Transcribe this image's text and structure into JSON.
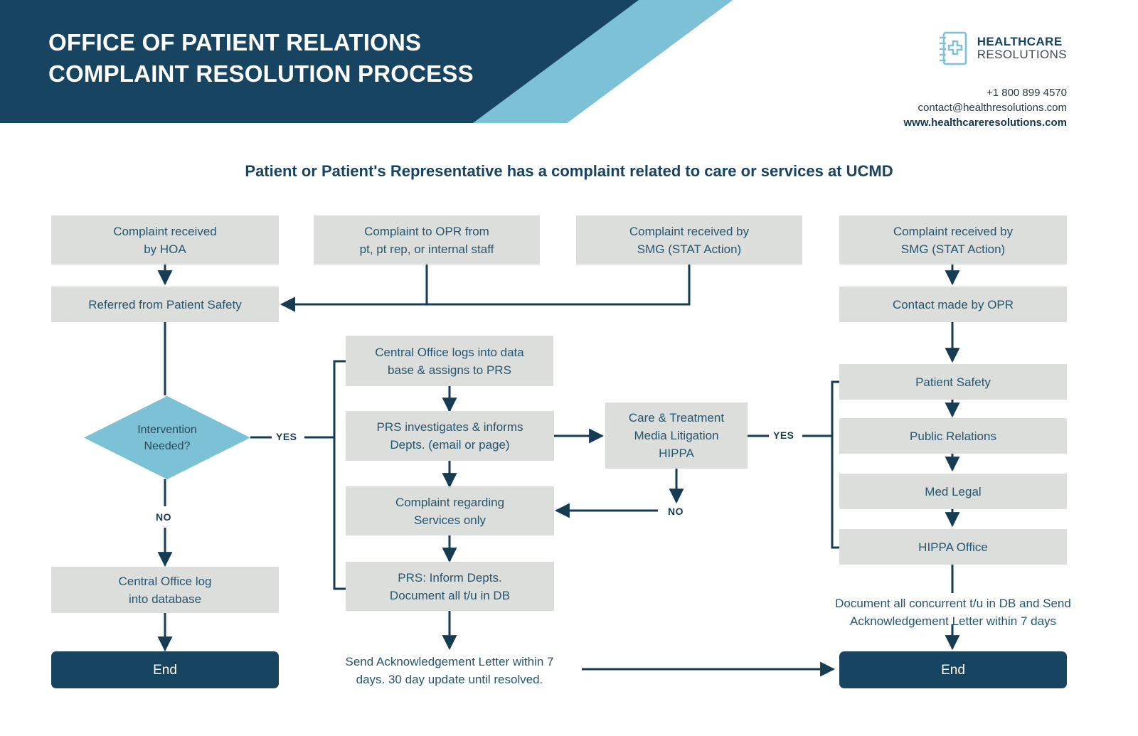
{
  "header": {
    "title_line1": "OFFICE OF PATIENT RELATIONS",
    "title_line2": "COMPLAINT RESOLUTION PROCESS",
    "logo": {
      "name_line1": "HEALTHCARE",
      "name_line2": "RESOLUTIONS",
      "icon": "medical-book-cross-icon"
    },
    "contact": {
      "phone": "+1 800 899 4570",
      "email": "contact@healthresolutions.com",
      "website": "www.healthcareresolutions.com"
    },
    "colors": {
      "navy": "#174460",
      "light_blue": "#7cc1d6"
    }
  },
  "subtitle": "Patient or Patient's Representative has a complaint related to care or services at UCMD",
  "flow": {
    "nodes": {
      "complaint_hoa": "Complaint received\nby HOA",
      "complaint_opr": "Complaint to OPR from\npt, pt rep, or internal staff",
      "complaint_smg_1": "Complaint received by\nSMG (STAT Action)",
      "complaint_smg_2": "Complaint received by\nSMG (STAT Action)",
      "referred_patient_safety": "Referred from Patient Safety",
      "contact_opr": "Contact made by OPR",
      "intervention_needed": "Intervention\nNeeded?",
      "central_office_log": "Central Office log\ninto database",
      "end_left": "End",
      "central_office_logs_db": "Central Office logs into data\nbase & assigns to PRS",
      "prs_investigates": "PRS investigates & informs\nDepts. (email or page)",
      "complaint_services_only": "Complaint regarding\nServices only",
      "prs_inform_depts": "PRS: Inform Depts.\nDocument all t/u in DB",
      "care_treatment": "Care & Treatment\nMedia Litigation\nHIPPA",
      "patient_safety": "Patient Safety",
      "public_relations": "Public Relations",
      "med_legal": "Med Legal",
      "hippa_office": "HIPPA Office",
      "end_right": "End"
    },
    "notes": {
      "ack_letter_middle": "Send Acknowledgement Letter within 7\ndays. 30 day update until resolved.",
      "ack_letter_right": "Document all concurrent t/u in DB and Send\nAcknowledgement Letter within 7 days"
    },
    "edge_labels": {
      "yes_left": "YES",
      "no_left": "NO",
      "yes_right": "YES",
      "no_right": "NO"
    },
    "colors": {
      "node_fill": "#dcdedb",
      "node_text": "#26566f",
      "decision_fill": "#7cc1d6",
      "terminal_fill": "#174460",
      "connector": "#163c54"
    }
  }
}
